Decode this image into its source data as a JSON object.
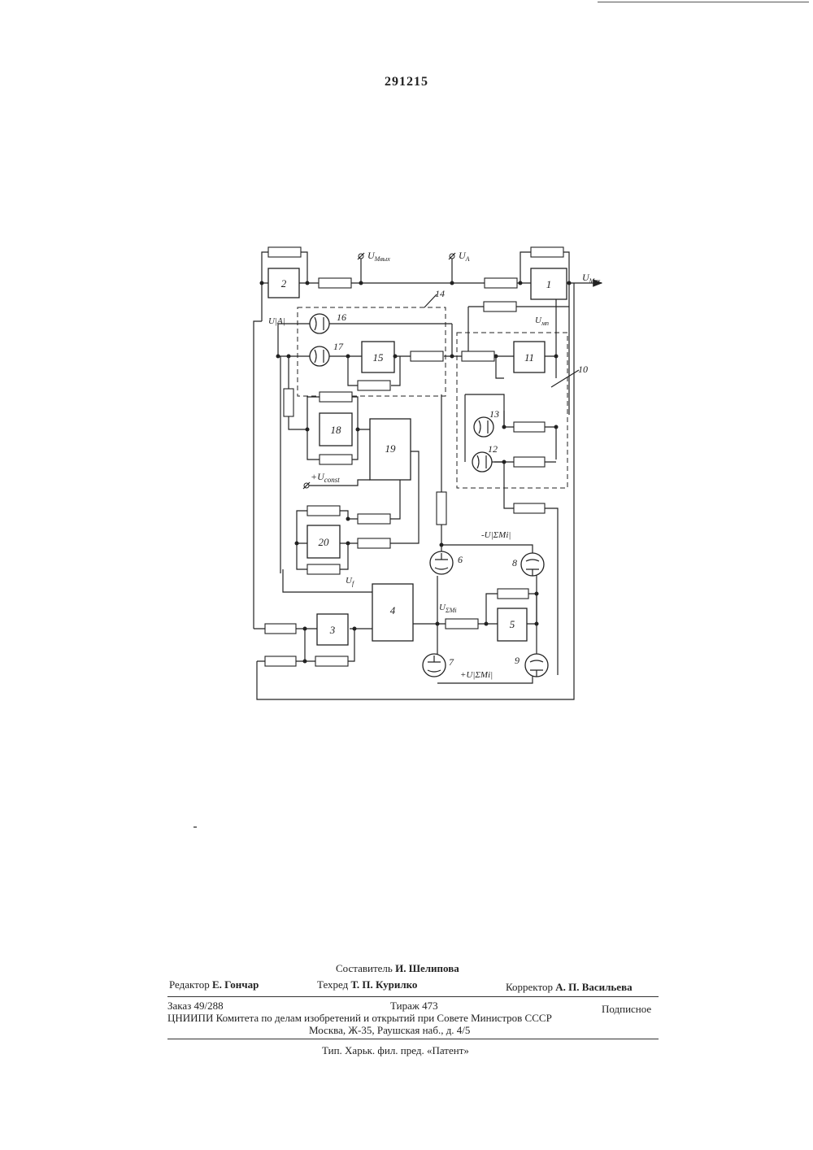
{
  "patent_number": "291215",
  "diagram": {
    "blocks": [
      {
        "id": "block-1",
        "label": "1"
      },
      {
        "id": "block-2",
        "label": "2"
      },
      {
        "id": "block-3",
        "label": "3"
      },
      {
        "id": "block-4",
        "label": "4"
      },
      {
        "id": "block-5",
        "label": "5"
      },
      {
        "id": "block-11",
        "label": "11"
      },
      {
        "id": "block-15",
        "label": "15"
      },
      {
        "id": "block-18",
        "label": "18"
      },
      {
        "id": "block-19",
        "label": "19"
      },
      {
        "id": "block-20",
        "label": "20"
      }
    ],
    "elements": [
      {
        "label": "6"
      },
      {
        "label": "7"
      },
      {
        "label": "8"
      },
      {
        "label": "9"
      },
      {
        "label": "12"
      },
      {
        "label": "13"
      },
      {
        "label": "16"
      },
      {
        "label": "17"
      }
    ],
    "callouts": {
      "group_14": "14",
      "group_10": "10"
    },
    "signals": {
      "u_out": "U",
      "u_out_sub": "Mвых",
      "u_a": "U",
      "u_a_sub": "A",
      "u_in": "U",
      "u_in_sub": "Mвх.",
      "u_a_abs": "U|A|",
      "u_mn": "U",
      "u_mn_sub": "мп",
      "u_const": "+U",
      "u_const_sub": "const",
      "u_f": "U",
      "u_f_sub": "f",
      "u_sum": "U",
      "u_sum_sub": "ΣMi",
      "minus_u_sum": "-U|ΣMi|",
      "plus_u_sum": "+U|ΣMi|"
    }
  },
  "footer": {
    "compiler_label": "Составитель",
    "compiler_name": "И. Шелипова",
    "editor_label": "Редактор",
    "editor_name": "Е. Гончар",
    "techred_label": "Техред",
    "techred_name": "Т. П. Курилко",
    "corrector_label": "Корректор",
    "corrector_name": "А. П. Васильева",
    "order": "Заказ 49/288",
    "circulation": "Тираж 473",
    "subscription": "Подписное",
    "org": "ЦНИИПИ Комитета по делам изобретений и открытий при Совете Министров СССР",
    "address": "Москва, Ж-35, Раушская наб., д. 4/5",
    "printer": "Тип. Харьк. фил. пред. «Патент»"
  }
}
